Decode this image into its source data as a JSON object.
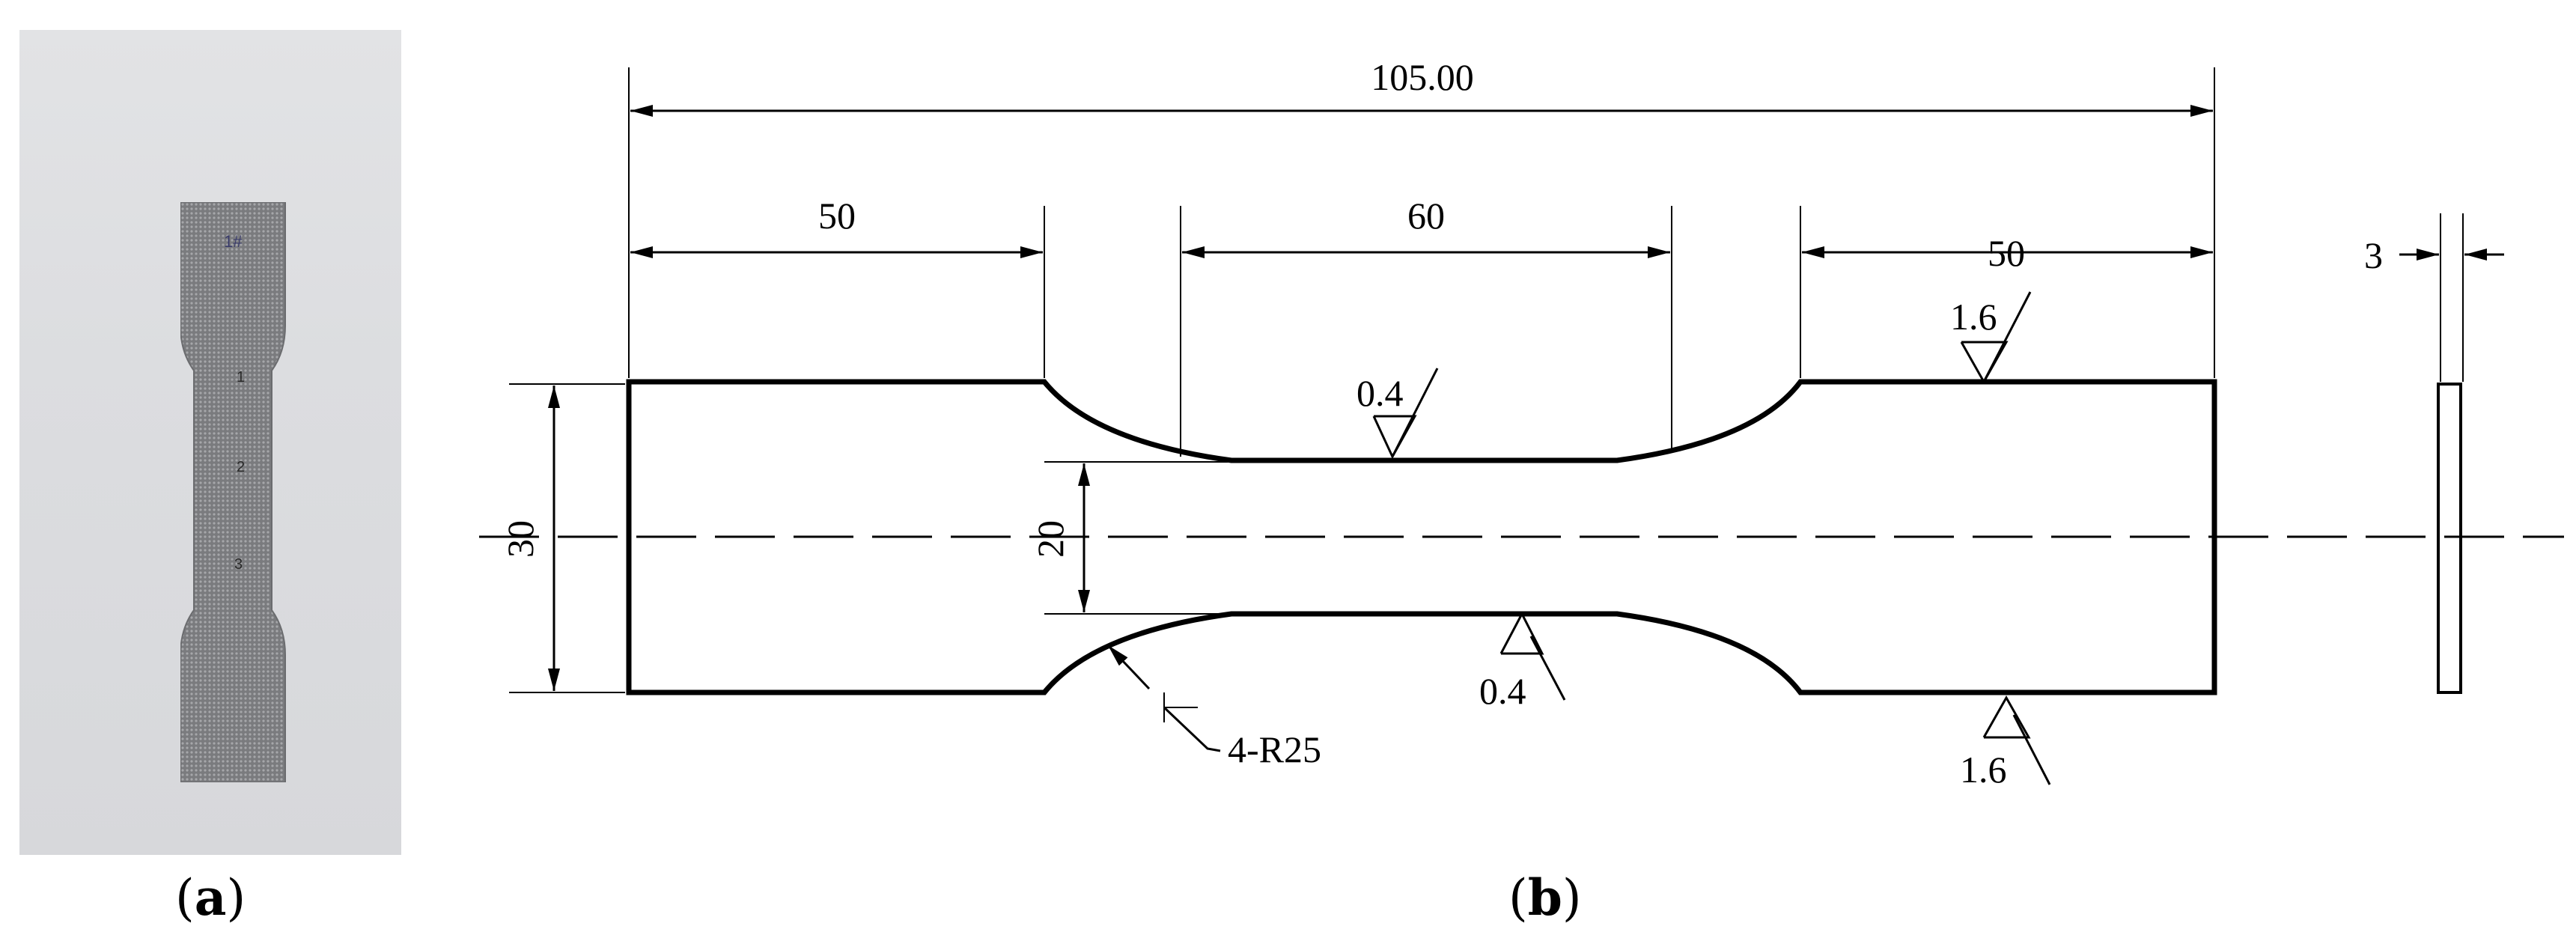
{
  "panels": {
    "a": {
      "label": "a"
    },
    "b": {
      "label": "b"
    }
  },
  "specimen_marks": [
    "1#",
    "1",
    "2",
    "3"
  ],
  "dimensions": {
    "overall_length": "105.00",
    "grip_left": "50",
    "gauge_length": "60",
    "grip_right": "50",
    "thickness": "3",
    "grip_width": "30",
    "gauge_width": "20",
    "fillet_radius": "4-R25"
  },
  "surface_roughness": {
    "gauge_top": "0.4",
    "gauge_bottom": "0.4",
    "grip_top": "1.6",
    "grip_bottom": "1.6"
  },
  "colors": {
    "line": "#000000",
    "photo_bg": "#dcdde0",
    "specimen": "#8b8b8d"
  }
}
